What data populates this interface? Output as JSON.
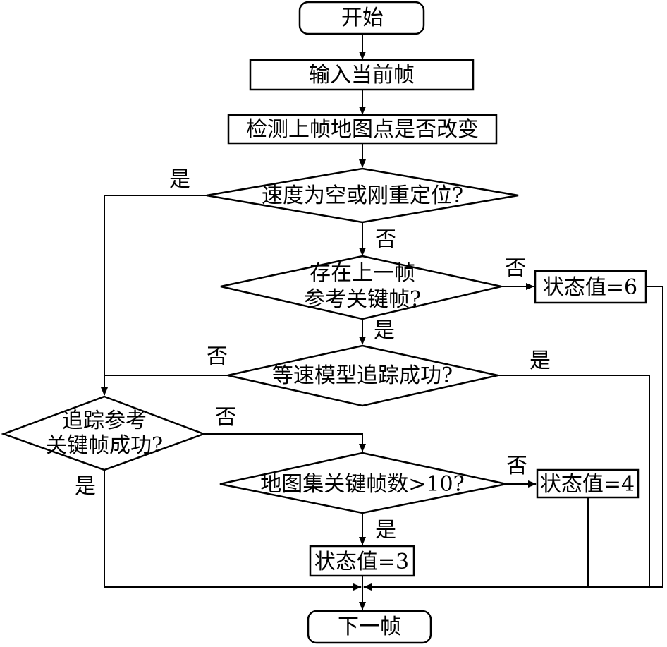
{
  "nodes": {
    "start": "开始",
    "input_frame": "输入当前帧",
    "check_map_points": "检测上帧地图点是否改变",
    "decision_velocity": "速度为空或刚重定位?",
    "decision_prev_keyframe_line1": "存在上一帧",
    "decision_prev_keyframe_line2": "参考关键帧?",
    "decision_const_velocity": "等速模型追踪成功?",
    "decision_track_ref_line1": "追踪参考",
    "decision_track_ref_line2": "关键帧成功?",
    "decision_map_keyframes": "地图集关键帧数>10?",
    "state_6": "状态值=6",
    "state_4": "状态值=4",
    "state_3": "状态值=3",
    "end": "下一帧"
  },
  "edge_labels": {
    "velocity_yes": "是",
    "velocity_no": "否",
    "prev_keyframe_no": "否",
    "prev_keyframe_yes": "是",
    "const_velocity_no": "否",
    "const_velocity_yes": "是",
    "track_ref_no": "否",
    "track_ref_yes": "是",
    "map_keyframes_no": "否",
    "map_keyframes_yes": "是"
  }
}
